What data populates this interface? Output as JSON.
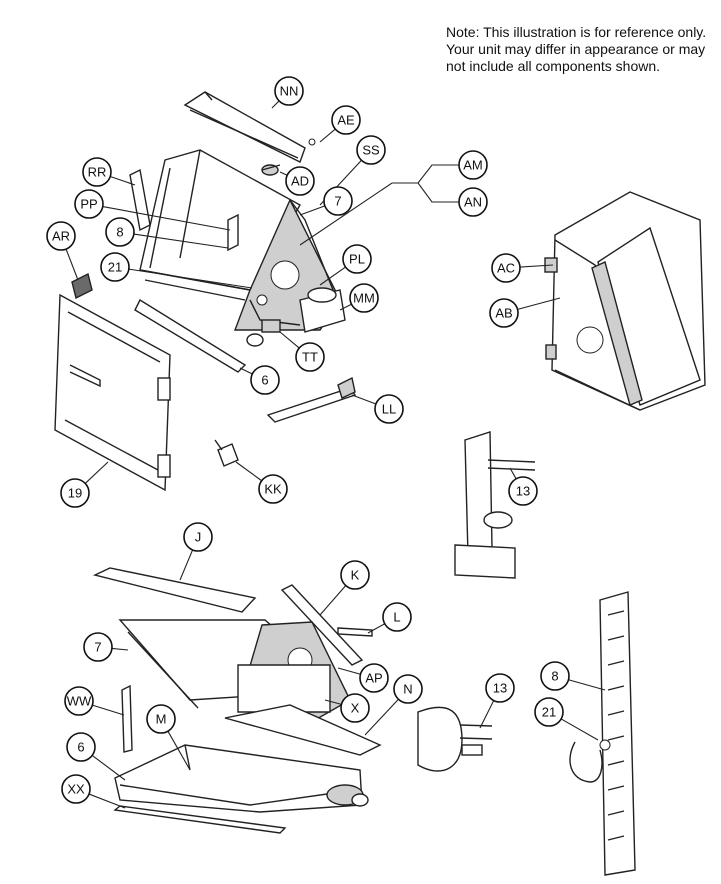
{
  "note": "Note: This illustration is for reference only. Your unit may differ in appearance or may not include all components shown.",
  "callouts": [
    {
      "id": "nn",
      "label": "NN"
    },
    {
      "id": "ae",
      "label": "AE"
    },
    {
      "id": "ss",
      "label": "SS"
    },
    {
      "id": "am",
      "label": "AM"
    },
    {
      "id": "an",
      "label": "AN"
    },
    {
      "id": "rr",
      "label": "RR"
    },
    {
      "id": "ad",
      "label": "AD"
    },
    {
      "id": "pp",
      "label": "PP"
    },
    {
      "id": "seven_top",
      "label": "7"
    },
    {
      "id": "ar",
      "label": "AR"
    },
    {
      "id": "eight_top",
      "label": "8"
    },
    {
      "id": "pl",
      "label": "PL"
    },
    {
      "id": "ac",
      "label": "AC"
    },
    {
      "id": "twentyone_top",
      "label": "21"
    },
    {
      "id": "mm",
      "label": "MM"
    },
    {
      "id": "ab",
      "label": "AB"
    },
    {
      "id": "tt",
      "label": "TT"
    },
    {
      "id": "six_top",
      "label": "6"
    },
    {
      "id": "ll",
      "label": "LL"
    },
    {
      "id": "kk",
      "label": "KK"
    },
    {
      "id": "nineteen",
      "label": "19"
    },
    {
      "id": "thirteen_top",
      "label": "13"
    },
    {
      "id": "j",
      "label": "J"
    },
    {
      "id": "k",
      "label": "K"
    },
    {
      "id": "l",
      "label": "L"
    },
    {
      "id": "seven_bottom",
      "label": "7"
    },
    {
      "id": "ap",
      "label": "AP"
    },
    {
      "id": "n",
      "label": "N"
    },
    {
      "id": "thirteen_bottom",
      "label": "13"
    },
    {
      "id": "ww",
      "label": "WW"
    },
    {
      "id": "m",
      "label": "M"
    },
    {
      "id": "x",
      "label": "X"
    },
    {
      "id": "eight_bottom",
      "label": "8"
    },
    {
      "id": "six_bottom",
      "label": "6"
    },
    {
      "id": "twentyone_bottom",
      "label": "21"
    },
    {
      "id": "xx",
      "label": "XX"
    }
  ]
}
